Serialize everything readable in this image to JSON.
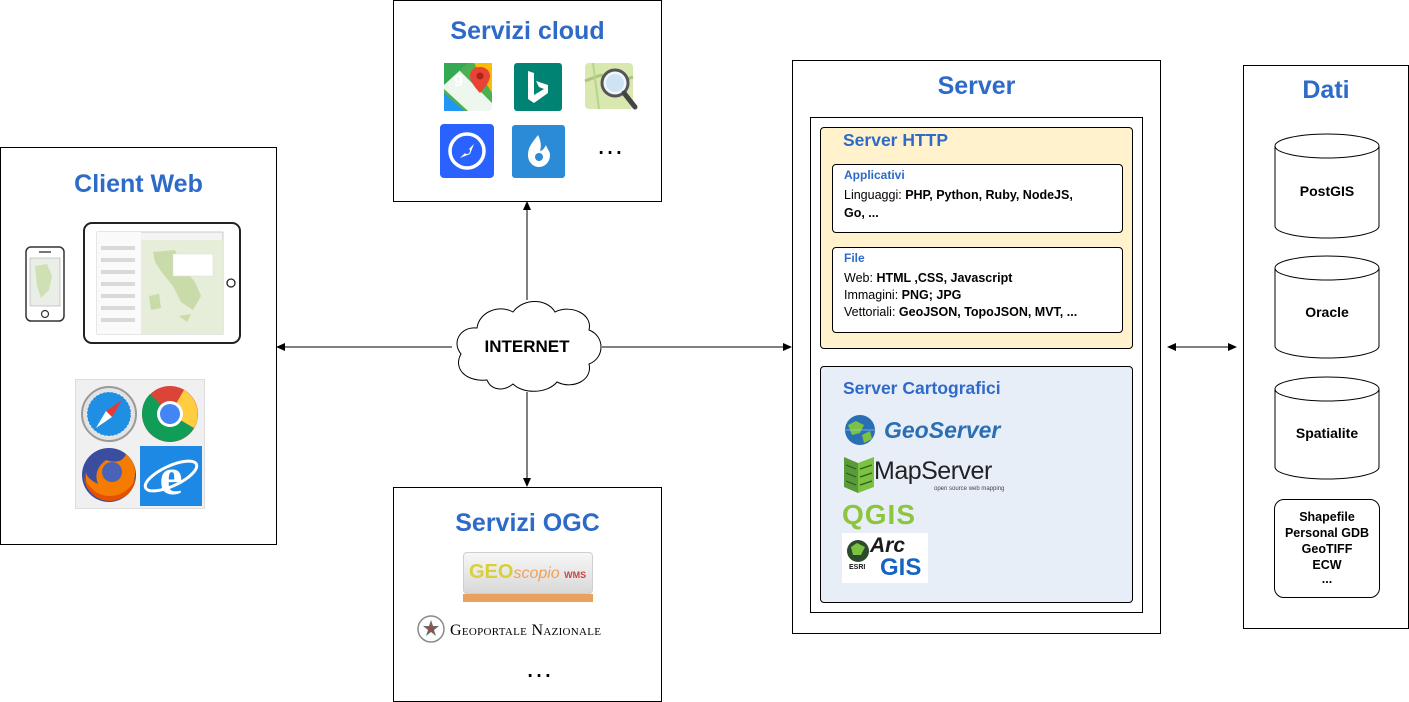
{
  "client": {
    "title": "Client Web",
    "devices": [
      "phone-icon",
      "tablet-icon"
    ],
    "browsers": [
      "safari-icon",
      "chrome-icon",
      "firefox-icon",
      "internet-explorer-icon"
    ]
  },
  "cloud": {
    "title": "Servizi cloud",
    "icons": [
      "google-maps-icon",
      "bing-icon",
      "openstreetmap-icon",
      "navigation-icon",
      "mapbox-icon"
    ],
    "more": "…"
  },
  "internet": {
    "label": "INTERNET"
  },
  "ogc": {
    "title": "Servizi OGC",
    "geoscopio": {
      "main": "GEO",
      "scopio": "scopio",
      "wms": "WMS"
    },
    "geoportale": "Geoportale Nazionale",
    "more": "…"
  },
  "server": {
    "title": "Server",
    "http": {
      "title": "Server HTTP",
      "applicativi": {
        "title": "Applicativi",
        "label": "Linguaggi:",
        "values_line1": "PHP, Python, Ruby, NodeJS,",
        "values_line2": "Go, ..."
      },
      "file": {
        "title": "File",
        "web_label": "Web:",
        "web_values": "HTML ,CSS, Javascript",
        "img_label": "Immagini:",
        "img_values": "PNG; JPG",
        "vec_label": "Vettoriali:",
        "vec_values": "GeoJSON, TopoJSON, MVT, ..."
      }
    },
    "carto": {
      "title": "Server Cartografici",
      "geoserver": "GeoServer",
      "mapserver": "MapServer",
      "mapserver_tag": "open source web mapping",
      "qgis": "QGIS",
      "arcgis_arc": "Arc",
      "arcgis_gis": "GIS",
      "arcgis_esri": "ESRI"
    }
  },
  "data": {
    "title": "Dati",
    "stores": [
      "PostGIS",
      "Oracle",
      "Spatialite"
    ],
    "files": [
      "Shapefile",
      "Personal GDB",
      "GeoTIFF",
      "ECW",
      "..."
    ]
  },
  "colors": {
    "accent": "#2E6AC8",
    "http_bg": "#FFF2CC",
    "carto_bg": "#E8EEF8"
  }
}
